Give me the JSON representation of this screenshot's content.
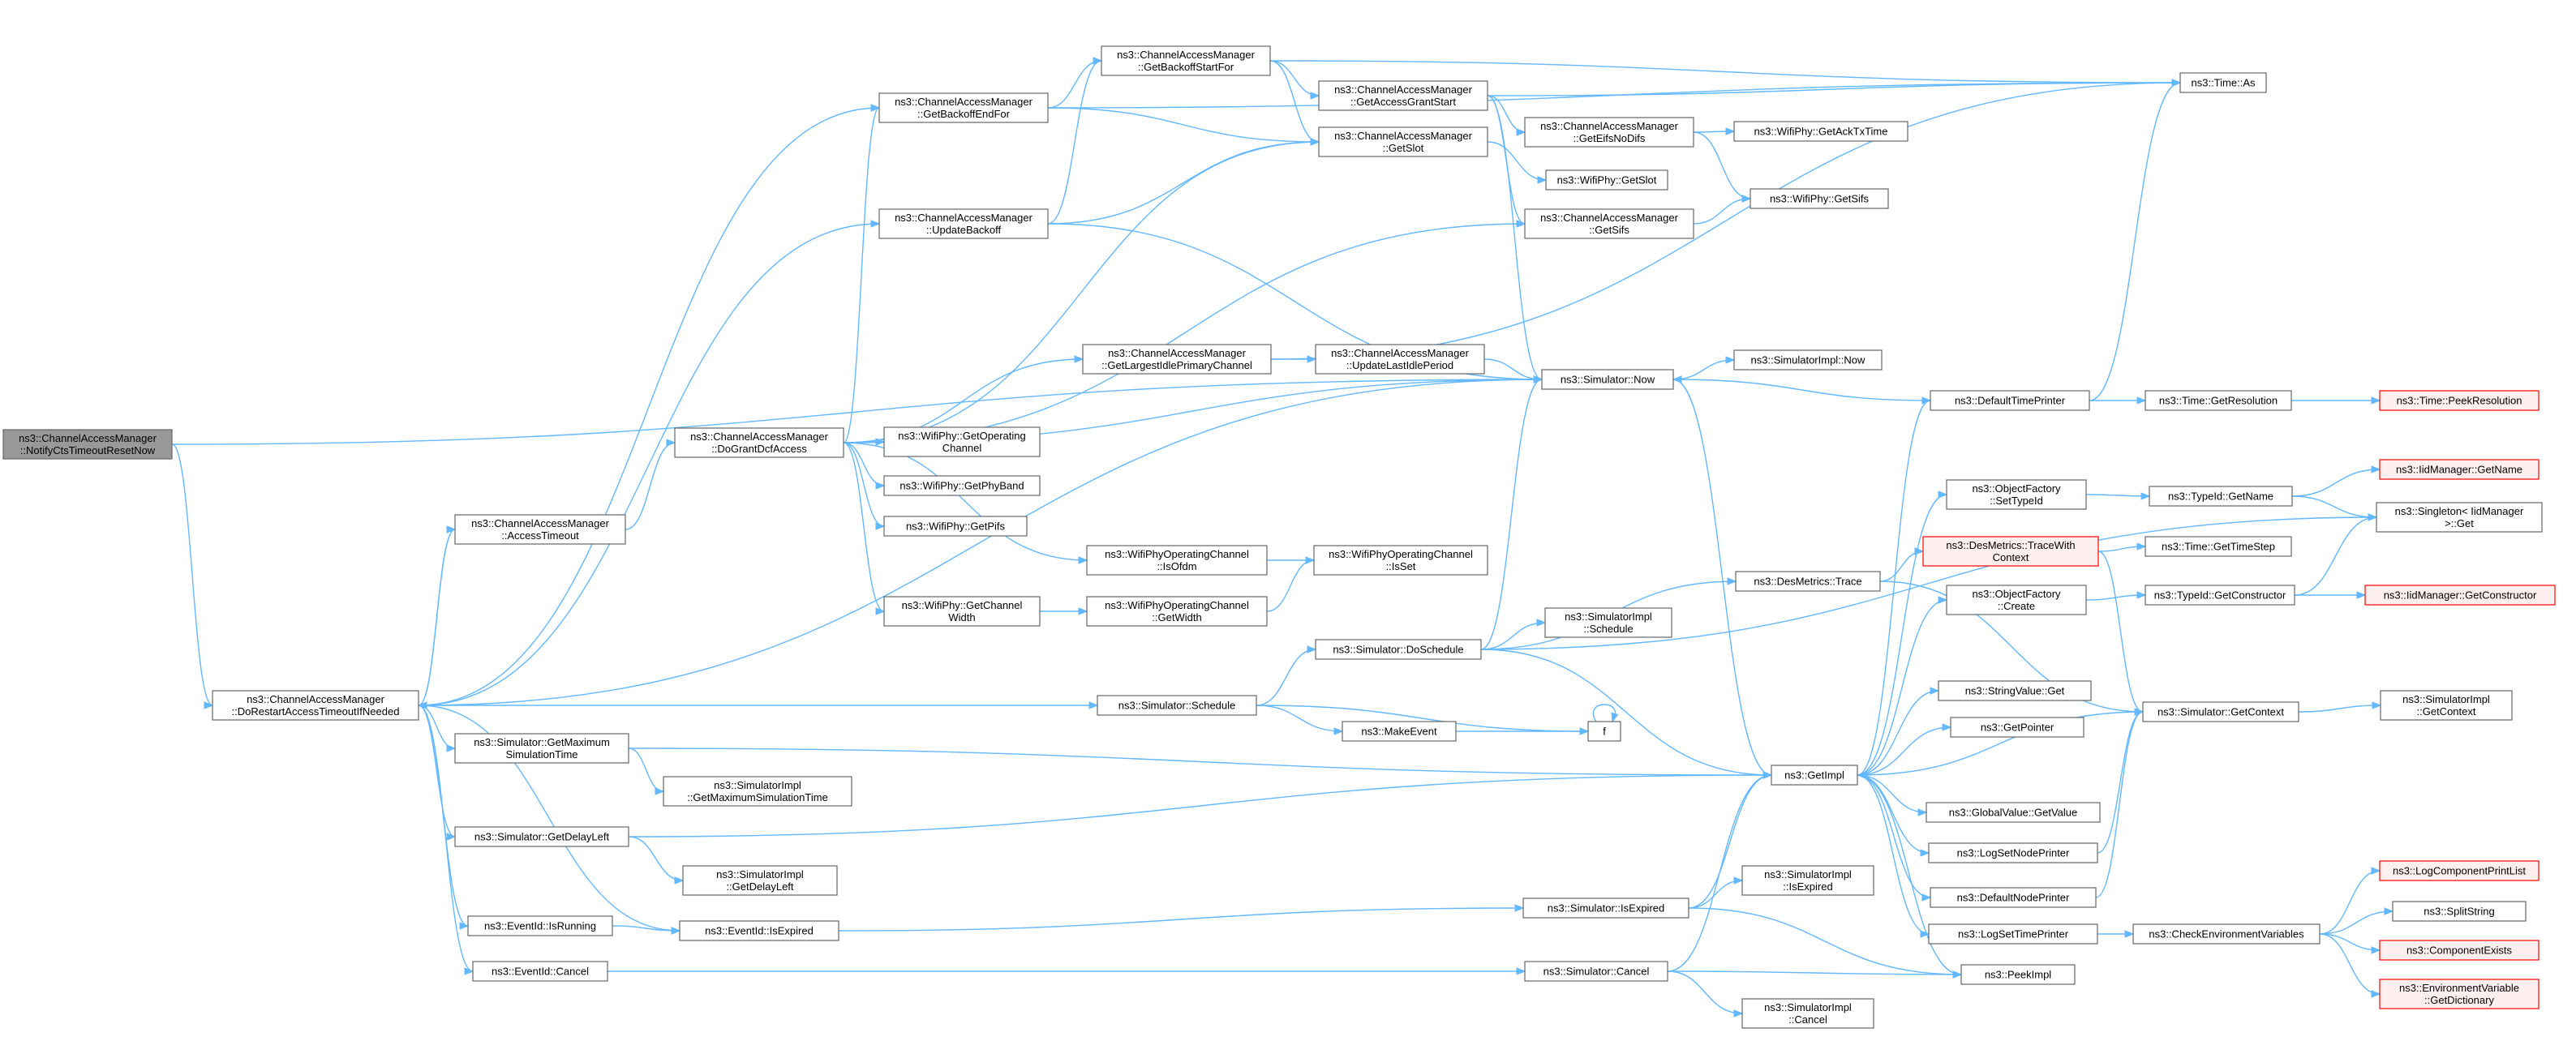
{
  "colors": {
    "edge": "#63b8ff",
    "node_border": "#666666",
    "root_fill": "#999999",
    "truncated_border": "#ff0000",
    "truncated_fill": "#fff0f0"
  },
  "nodes": [
    {
      "id": "n0",
      "lines": [
        "ns3::ChannelAccessManager",
        "::NotifyCtsTimeoutResetNow"
      ],
      "kind": "root"
    },
    {
      "id": "n1",
      "lines": [
        "ns3::ChannelAccessManager",
        "::DoRestartAccessTimeoutIfNeeded"
      ],
      "kind": "normal"
    },
    {
      "id": "n2",
      "lines": [
        "ns3::ChannelAccessManager",
        "::AccessTimeout"
      ],
      "kind": "normal"
    },
    {
      "id": "n3",
      "lines": [
        "ns3::ChannelAccessManager",
        "::DoGrantDcfAccess"
      ],
      "kind": "normal"
    },
    {
      "id": "n4",
      "lines": [
        "ns3::ChannelAccessManager",
        "::GetBackoffEndFor"
      ],
      "kind": "normal"
    },
    {
      "id": "n5",
      "lines": [
        "ns3::ChannelAccessManager",
        "::UpdateBackoff"
      ],
      "kind": "normal"
    },
    {
      "id": "n6",
      "lines": [
        "ns3::ChannelAccessManager",
        "::GetBackoffStartFor"
      ],
      "kind": "normal"
    },
    {
      "id": "n7",
      "lines": [
        "ns3::ChannelAccessManager",
        "::GetAccessGrantStart"
      ],
      "kind": "normal"
    },
    {
      "id": "n8",
      "lines": [
        "ns3::ChannelAccessManager",
        "::GetSlot"
      ],
      "kind": "normal"
    },
    {
      "id": "n9",
      "lines": [
        "ns3::ChannelAccessManager",
        "::GetEifsNoDifs"
      ],
      "kind": "normal"
    },
    {
      "id": "n10",
      "lines": [
        "ns3::ChannelAccessManager",
        "::GetSifs"
      ],
      "kind": "normal"
    },
    {
      "id": "n11",
      "lines": [
        "ns3::WifiPhy::GetSlot"
      ],
      "kind": "normal"
    },
    {
      "id": "n12",
      "lines": [
        "ns3::WifiPhy::GetAckTxTime"
      ],
      "kind": "normal"
    },
    {
      "id": "n13",
      "lines": [
        "ns3::WifiPhy::GetSifs"
      ],
      "kind": "normal"
    },
    {
      "id": "n14",
      "lines": [
        "ns3::Time::As"
      ],
      "kind": "normal"
    },
    {
      "id": "n15",
      "lines": [
        "ns3::ChannelAccessManager",
        "::GetLargestIdlePrimaryChannel"
      ],
      "kind": "normal"
    },
    {
      "id": "n16",
      "lines": [
        "ns3::ChannelAccessManager",
        "::UpdateLastIdlePeriod"
      ],
      "kind": "normal"
    },
    {
      "id": "n17",
      "lines": [
        "ns3::Simulator::Now"
      ],
      "kind": "normal"
    },
    {
      "id": "n18",
      "lines": [
        "ns3::SimulatorImpl::Now"
      ],
      "kind": "normal"
    },
    {
      "id": "n19",
      "lines": [
        "ns3::DefaultTimePrinter"
      ],
      "kind": "normal"
    },
    {
      "id": "n20",
      "lines": [
        "ns3::Time::GetResolution"
      ],
      "kind": "normal"
    },
    {
      "id": "n21",
      "lines": [
        "ns3::Time::PeekResolution"
      ],
      "kind": "trunc"
    },
    {
      "id": "n22",
      "lines": [
        "ns3::WifiPhy::GetOperating",
        "Channel"
      ],
      "kind": "normal"
    },
    {
      "id": "n23",
      "lines": [
        "ns3::WifiPhy::GetPhyBand"
      ],
      "kind": "normal"
    },
    {
      "id": "n24",
      "lines": [
        "ns3::WifiPhy::GetPifs"
      ],
      "kind": "normal"
    },
    {
      "id": "n25",
      "lines": [
        "ns3::WifiPhyOperatingChannel",
        "::IsOfdm"
      ],
      "kind": "normal"
    },
    {
      "id": "n26",
      "lines": [
        "ns3::WifiPhyOperatingChannel",
        "::IsSet"
      ],
      "kind": "normal"
    },
    {
      "id": "n27",
      "lines": [
        "ns3::WifiPhy::GetChannel",
        "Width"
      ],
      "kind": "normal"
    },
    {
      "id": "n28",
      "lines": [
        "ns3::WifiPhyOperatingChannel",
        "::GetWidth"
      ],
      "kind": "normal"
    },
    {
      "id": "n29",
      "lines": [
        "ns3::DesMetrics::Trace"
      ],
      "kind": "normal"
    },
    {
      "id": "n30",
      "lines": [
        "ns3::DesMetrics::TraceWith",
        "Context"
      ],
      "kind": "trunc"
    },
    {
      "id": "n31",
      "lines": [
        "ns3::Time::GetTimeStep"
      ],
      "kind": "normal"
    },
    {
      "id": "n32",
      "lines": [
        "ns3::ObjectFactory",
        "::SetTypeId"
      ],
      "kind": "normal"
    },
    {
      "id": "n33",
      "lines": [
        "ns3::TypeId::GetName"
      ],
      "kind": "normal"
    },
    {
      "id": "n34",
      "lines": [
        "ns3::IidManager::GetName"
      ],
      "kind": "trunc"
    },
    {
      "id": "n35",
      "lines": [
        "ns3::Singleton< IidManager",
        " >::Get"
      ],
      "kind": "normal"
    },
    {
      "id": "n36",
      "lines": [
        "ns3::ObjectFactory",
        "::Create"
      ],
      "kind": "normal"
    },
    {
      "id": "n37",
      "lines": [
        "ns3::TypeId::GetConstructor"
      ],
      "kind": "normal"
    },
    {
      "id": "n38",
      "lines": [
        "ns3::IidManager::GetConstructor"
      ],
      "kind": "trunc"
    },
    {
      "id": "n39",
      "lines": [
        "ns3::Simulator::DoSchedule"
      ],
      "kind": "normal"
    },
    {
      "id": "n40",
      "lines": [
        "ns3::SimulatorImpl",
        "::Schedule"
      ],
      "kind": "normal"
    },
    {
      "id": "n41",
      "lines": [
        "ns3::Simulator::Schedule"
      ],
      "kind": "normal"
    },
    {
      "id": "n42",
      "lines": [
        "ns3::MakeEvent"
      ],
      "kind": "normal"
    },
    {
      "id": "n43",
      "lines": [
        "f"
      ],
      "kind": "normal"
    },
    {
      "id": "n44",
      "lines": [
        "ns3::StringValue::Get"
      ],
      "kind": "normal"
    },
    {
      "id": "n45",
      "lines": [
        "ns3::GetPointer"
      ],
      "kind": "normal"
    },
    {
      "id": "n46",
      "lines": [
        "ns3::Simulator::GetContext"
      ],
      "kind": "normal"
    },
    {
      "id": "n47",
      "lines": [
        "ns3::SimulatorImpl",
        "::GetContext"
      ],
      "kind": "normal"
    },
    {
      "id": "n48",
      "lines": [
        "ns3::GetImpl"
      ],
      "kind": "normal"
    },
    {
      "id": "n49",
      "lines": [
        "ns3::Simulator::GetMaximum",
        "SimulationTime"
      ],
      "kind": "normal"
    },
    {
      "id": "n50",
      "lines": [
        "ns3::SimulatorImpl",
        "::GetMaximumSimulationTime"
      ],
      "kind": "normal"
    },
    {
      "id": "n51",
      "lines": [
        "ns3::GlobalValue::GetValue"
      ],
      "kind": "normal"
    },
    {
      "id": "n52",
      "lines": [
        "ns3::Simulator::GetDelayLeft"
      ],
      "kind": "normal"
    },
    {
      "id": "n53",
      "lines": [
        "ns3::SimulatorImpl",
        "::GetDelayLeft"
      ],
      "kind": "normal"
    },
    {
      "id": "n54",
      "lines": [
        "ns3::LogSetNodePrinter"
      ],
      "kind": "normal"
    },
    {
      "id": "n55",
      "lines": [
        "ns3::DefaultNodePrinter"
      ],
      "kind": "normal"
    },
    {
      "id": "n56",
      "lines": [
        "ns3::SimulatorImpl",
        "::IsExpired"
      ],
      "kind": "normal"
    },
    {
      "id": "n57",
      "lines": [
        "ns3::EventId::IsRunning"
      ],
      "kind": "normal"
    },
    {
      "id": "n58",
      "lines": [
        "ns3::EventId::IsExpired"
      ],
      "kind": "normal"
    },
    {
      "id": "n59",
      "lines": [
        "ns3::Simulator::IsExpired"
      ],
      "kind": "normal"
    },
    {
      "id": "n60",
      "lines": [
        "ns3::LogSetTimePrinter"
      ],
      "kind": "normal"
    },
    {
      "id": "n61",
      "lines": [
        "ns3::CheckEnvironmentVariables"
      ],
      "kind": "normal"
    },
    {
      "id": "n62",
      "lines": [
        "ns3::LogComponentPrintList"
      ],
      "kind": "trunc"
    },
    {
      "id": "n63",
      "lines": [
        "ns3::SplitString"
      ],
      "kind": "normal"
    },
    {
      "id": "n64",
      "lines": [
        "ns3::ComponentExists"
      ],
      "kind": "trunc"
    },
    {
      "id": "n65",
      "lines": [
        "ns3::EnvironmentVariable",
        "::GetDictionary"
      ],
      "kind": "trunc"
    },
    {
      "id": "n66",
      "lines": [
        "ns3::EventId::Cancel"
      ],
      "kind": "normal"
    },
    {
      "id": "n67",
      "lines": [
        "ns3::Simulator::Cancel"
      ],
      "kind": "normal"
    },
    {
      "id": "n68",
      "lines": [
        "ns3::PeekImpl"
      ],
      "kind": "normal"
    },
    {
      "id": "n69",
      "lines": [
        "ns3::SimulatorImpl",
        "::Cancel"
      ],
      "kind": "normal"
    }
  ],
  "edges": [
    [
      "n0",
      "n1"
    ],
    [
      "n0",
      "n17"
    ],
    [
      "n1",
      "n2"
    ],
    [
      "n1",
      "n4"
    ],
    [
      "n1",
      "n5"
    ],
    [
      "n1",
      "n17"
    ],
    [
      "n1",
      "n41"
    ],
    [
      "n1",
      "n49"
    ],
    [
      "n1",
      "n52"
    ],
    [
      "n1",
      "n57"
    ],
    [
      "n1",
      "n58"
    ],
    [
      "n1",
      "n66"
    ],
    [
      "n2",
      "n1"
    ],
    [
      "n2",
      "n3"
    ],
    [
      "n3",
      "n4"
    ],
    [
      "n3",
      "n8"
    ],
    [
      "n3",
      "n10"
    ],
    [
      "n3",
      "n15"
    ],
    [
      "n3",
      "n17"
    ],
    [
      "n3",
      "n22"
    ],
    [
      "n3",
      "n23"
    ],
    [
      "n3",
      "n24"
    ],
    [
      "n3",
      "n25"
    ],
    [
      "n3",
      "n27"
    ],
    [
      "n4",
      "n6"
    ],
    [
      "n4",
      "n8"
    ],
    [
      "n4",
      "n14"
    ],
    [
      "n5",
      "n6"
    ],
    [
      "n5",
      "n8"
    ],
    [
      "n5",
      "n17"
    ],
    [
      "n6",
      "n7"
    ],
    [
      "n6",
      "n8"
    ],
    [
      "n6",
      "n14"
    ],
    [
      "n7",
      "n9"
    ],
    [
      "n7",
      "n10"
    ],
    [
      "n7",
      "n14"
    ],
    [
      "n7",
      "n17"
    ],
    [
      "n8",
      "n11"
    ],
    [
      "n9",
      "n12"
    ],
    [
      "n9",
      "n13"
    ],
    [
      "n10",
      "n13"
    ],
    [
      "n15",
      "n16"
    ],
    [
      "n15",
      "n14"
    ],
    [
      "n16",
      "n17"
    ],
    [
      "n17",
      "n18"
    ],
    [
      "n17",
      "n48"
    ],
    [
      "n19",
      "n17"
    ],
    [
      "n19",
      "n20"
    ],
    [
      "n19",
      "n14"
    ],
    [
      "n20",
      "n21"
    ],
    [
      "n25",
      "n26"
    ],
    [
      "n27",
      "n28"
    ],
    [
      "n28",
      "n26"
    ],
    [
      "n29",
      "n30"
    ],
    [
      "n29",
      "n46"
    ],
    [
      "n30",
      "n31"
    ],
    [
      "n30",
      "n46"
    ],
    [
      "n32",
      "n33"
    ],
    [
      "n33",
      "n34"
    ],
    [
      "n33",
      "n35"
    ],
    [
      "n36",
      "n37"
    ],
    [
      "n37",
      "n38"
    ],
    [
      "n37",
      "n35"
    ],
    [
      "n39",
      "n17"
    ],
    [
      "n39",
      "n29"
    ],
    [
      "n39",
      "n40"
    ],
    [
      "n39",
      "n48"
    ],
    [
      "n39",
      "n35"
    ],
    [
      "n41",
      "n39"
    ],
    [
      "n41",
      "n42"
    ],
    [
      "n41",
      "n43"
    ],
    [
      "n42",
      "n43"
    ],
    [
      "n43",
      "n43"
    ],
    [
      "n46",
      "n47"
    ],
    [
      "n46",
      "n48"
    ],
    [
      "n48",
      "n19"
    ],
    [
      "n48",
      "n32"
    ],
    [
      "n48",
      "n36"
    ],
    [
      "n48",
      "n44"
    ],
    [
      "n48",
      "n45"
    ],
    [
      "n48",
      "n51"
    ],
    [
      "n48",
      "n54"
    ],
    [
      "n48",
      "n55"
    ],
    [
      "n48",
      "n60"
    ],
    [
      "n48",
      "n68"
    ],
    [
      "n49",
      "n48"
    ],
    [
      "n49",
      "n50"
    ],
    [
      "n52",
      "n48"
    ],
    [
      "n52",
      "n53"
    ],
    [
      "n54",
      "n46"
    ],
    [
      "n55",
      "n46"
    ],
    [
      "n60",
      "n61"
    ],
    [
      "n61",
      "n62"
    ],
    [
      "n61",
      "n63"
    ],
    [
      "n61",
      "n64"
    ],
    [
      "n61",
      "n65"
    ],
    [
      "n57",
      "n58"
    ],
    [
      "n58",
      "n59"
    ],
    [
      "n59",
      "n48"
    ],
    [
      "n59",
      "n56"
    ],
    [
      "n59",
      "n68"
    ],
    [
      "n66",
      "n67"
    ],
    [
      "n67",
      "n48"
    ],
    [
      "n67",
      "n68"
    ],
    [
      "n67",
      "n69"
    ]
  ]
}
